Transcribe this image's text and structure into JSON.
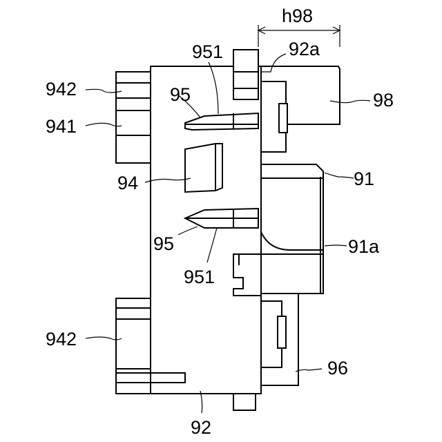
{
  "figure": {
    "labels": {
      "h98": "h98",
      "l951_top": "951",
      "l92a": "92a",
      "l942_top": "942",
      "l95_top": "95",
      "l98": "98",
      "l941": "941",
      "l91": "91",
      "l94": "94",
      "l91a": "91a",
      "l95_bottom": "95",
      "l951_bottom": "951",
      "l942_bottom": "942",
      "l96": "96",
      "l92": "92"
    }
  }
}
